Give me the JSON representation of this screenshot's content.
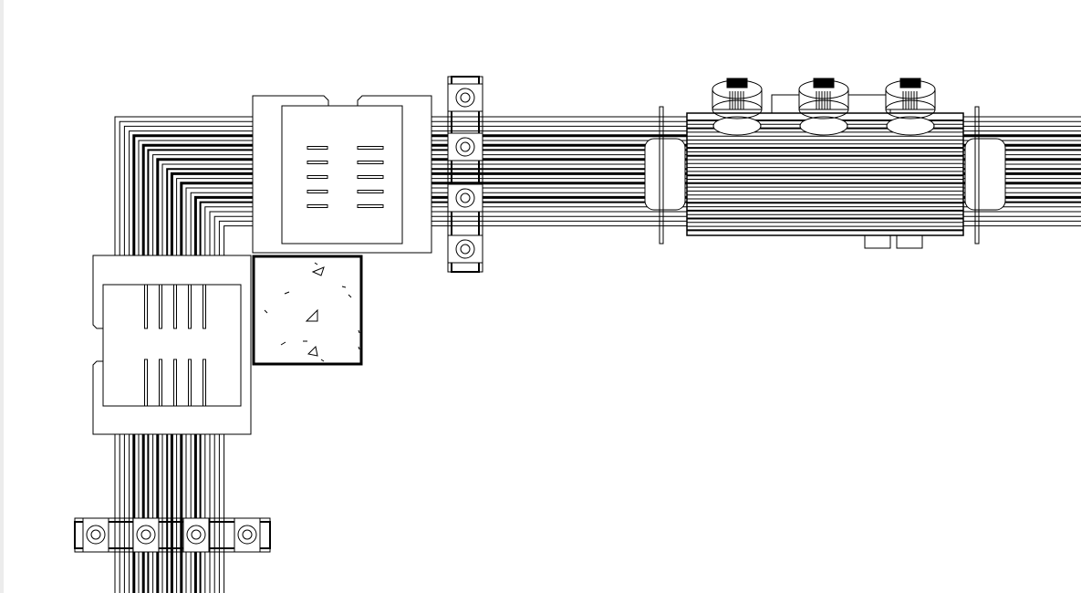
{
  "drawing": {
    "line_color": "#000000",
    "background": "#ffffff",
    "cable_bundle_conductors": 24,
    "clamp_bolts_per_clamp": 4,
    "canister_count": 3
  }
}
